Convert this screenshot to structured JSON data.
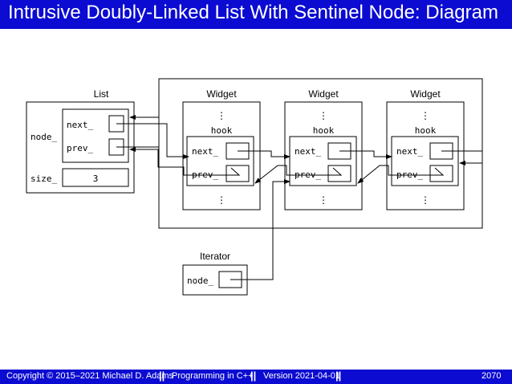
{
  "title": "Intrusive Doubly-Linked List With Sentinel Node: Diagram",
  "list": {
    "label": "List",
    "node_label": "node_",
    "next_label": "next_",
    "prev_label": "prev_",
    "size_label": "size_",
    "size_value": "3"
  },
  "widgets": [
    {
      "label": "Widget",
      "hook_label": "hook",
      "next_label": "next_",
      "prev_label": "prev_",
      "dots": "⋮"
    },
    {
      "label": "Widget",
      "hook_label": "hook",
      "next_label": "next_",
      "prev_label": "prev_",
      "dots": "⋮"
    },
    {
      "label": "Widget",
      "hook_label": "hook",
      "next_label": "next_",
      "prev_label": "prev_",
      "dots": "⋮"
    }
  ],
  "iterator": {
    "label": "Iterator",
    "node_label": "node_"
  },
  "footer": {
    "copyright": "Copyright © 2015–2021 Michael D. Adams",
    "course": "Programming in C++",
    "version": "Version 2021-04-01",
    "page": "2070",
    "separator": "||"
  },
  "colors": {
    "bar": "#0b0bd1",
    "line": "#000000"
  }
}
